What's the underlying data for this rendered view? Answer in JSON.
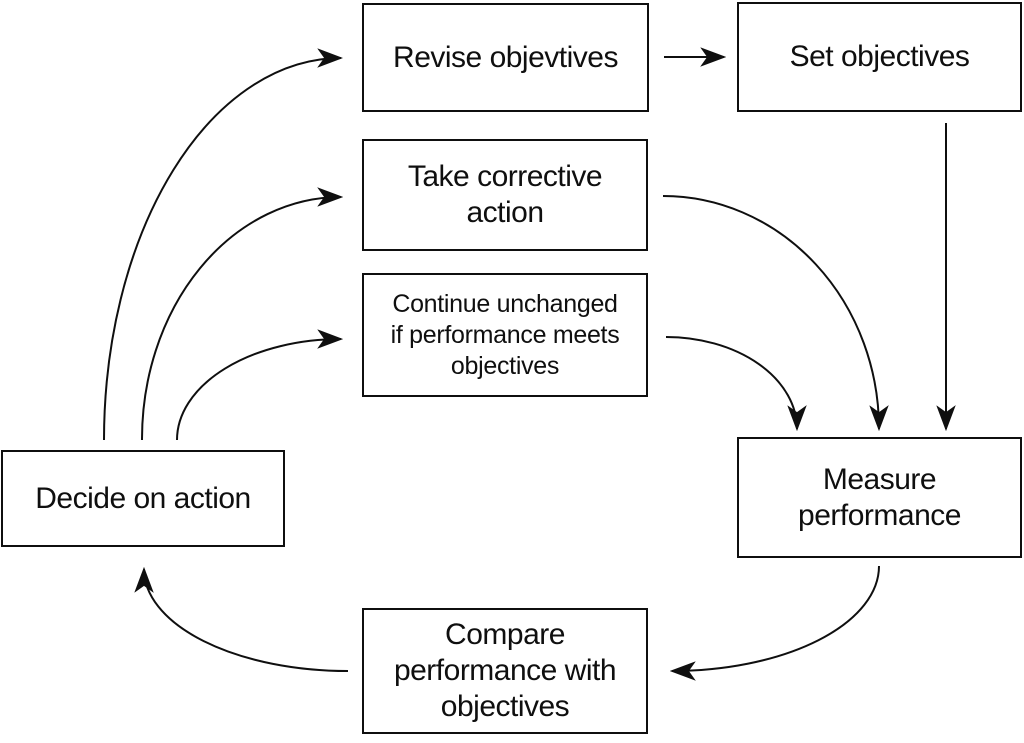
{
  "diagram": {
    "colors": {
      "line": "#0f0f0f",
      "background": "#ffffff"
    },
    "nodes": [
      {
        "id": "revise-objectives",
        "label": "Revise objevtives"
      },
      {
        "id": "set-objectives",
        "label": "Set objectives"
      },
      {
        "id": "take-corrective-action",
        "label": "Take corrective\naction"
      },
      {
        "id": "continue-unchanged",
        "label": "Continue unchanged\nif performance meets\nobjectives"
      },
      {
        "id": "measure-performance",
        "label": "Measure\nperformance"
      },
      {
        "id": "decide-on-action",
        "label": "Decide on action"
      },
      {
        "id": "compare-performance",
        "label": "Compare\nperformance with\nobjectives"
      }
    ],
    "edges": [
      {
        "from": "revise-objectives",
        "to": "set-objectives"
      },
      {
        "from": "set-objectives",
        "to": "measure-performance"
      },
      {
        "from": "take-corrective-action",
        "to": "measure-performance"
      },
      {
        "from": "continue-unchanged",
        "to": "measure-performance"
      },
      {
        "from": "measure-performance",
        "to": "compare-performance"
      },
      {
        "from": "compare-performance",
        "to": "decide-on-action"
      },
      {
        "from": "decide-on-action",
        "to": "revise-objectives"
      },
      {
        "from": "decide-on-action",
        "to": "take-corrective-action"
      },
      {
        "from": "decide-on-action",
        "to": "continue-unchanged"
      }
    ]
  }
}
